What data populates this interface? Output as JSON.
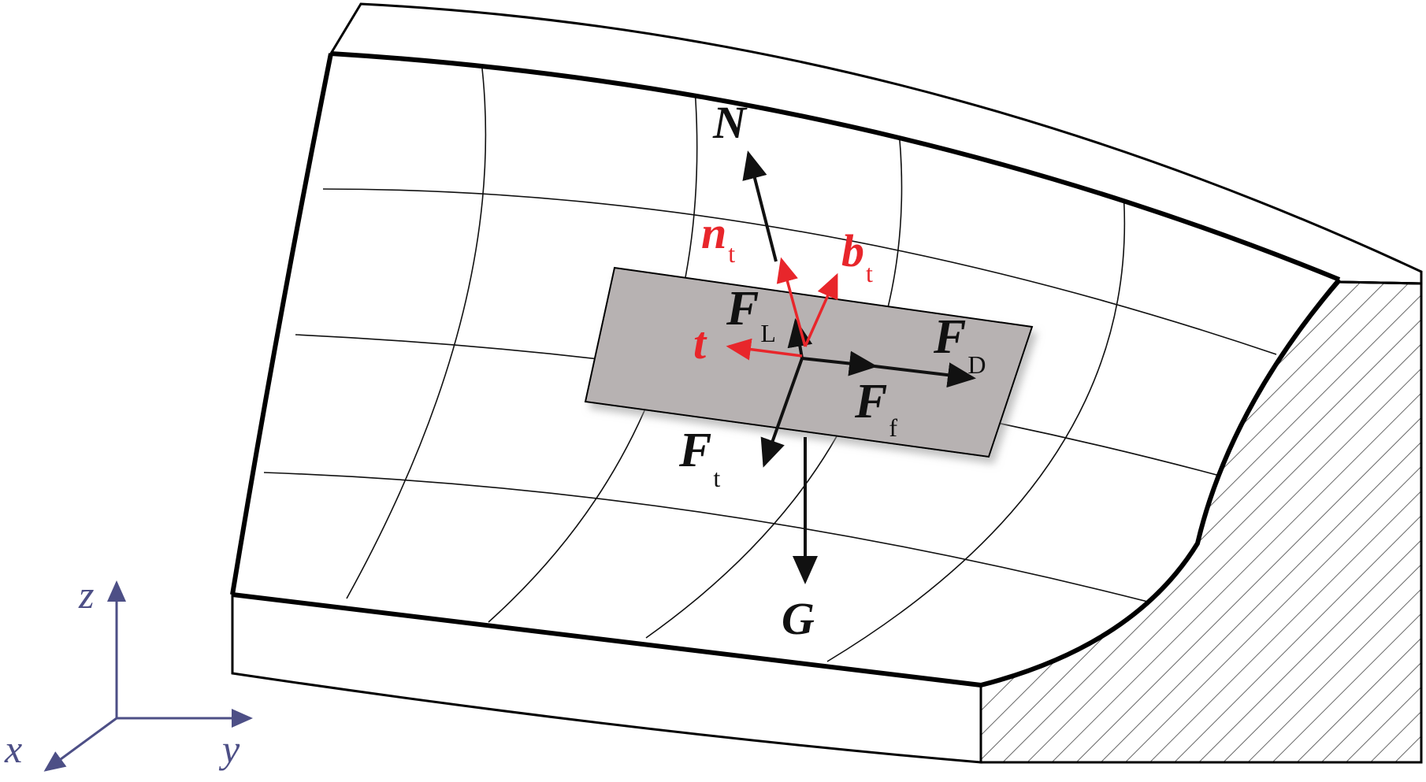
{
  "colors": {
    "black_vector": "#111111",
    "red_vector": "#e8262b",
    "axis": "#4d4f86",
    "particle_fill": "#b7b2b2",
    "outline": "#000000",
    "hatch": "#666666"
  },
  "forces": {
    "N": "N",
    "G": "G",
    "FL": {
      "main": "F",
      "sub": "L"
    },
    "FD": {
      "main": "F",
      "sub": "D"
    },
    "Ff": {
      "main": "F",
      "sub": "f"
    },
    "Ft": {
      "main": "F",
      "sub": "t"
    }
  },
  "frame": {
    "nt": {
      "main": "n",
      "sub": "t"
    },
    "bt": {
      "main": "b",
      "sub": "t"
    },
    "t": "t"
  },
  "axes": {
    "z": "z",
    "y": "y",
    "x": "x"
  }
}
